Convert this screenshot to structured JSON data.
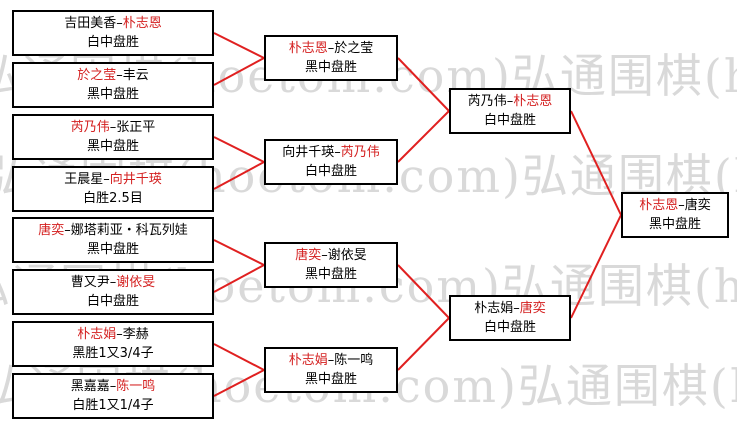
{
  "watermark": "弘通围棋(hoetom.com)弘通围棋(hoetom.com)",
  "colors": {
    "winner": "#d42020",
    "connector": "#e02020",
    "text": "#000000"
  },
  "round1": [
    {
      "p1": "吉田美香",
      "sep": "–",
      "p2": "朴志恩",
      "winner": "p2",
      "result": "白中盘胜"
    },
    {
      "p1": "於之莹",
      "sep": "–",
      "p2": "丰云",
      "winner": "p1",
      "result": "黑中盘胜"
    },
    {
      "p1": "芮乃伟",
      "sep": "–",
      "p2": "张正平",
      "winner": "p1",
      "result": "黑中盘胜"
    },
    {
      "p1": "王晨星",
      "sep": "–",
      "p2": "向井千瑛",
      "winner": "p2",
      "result": "白胜2.5目"
    },
    {
      "p1": "唐奕",
      "sep": "–",
      "p2": "娜塔莉亚・科瓦列娃",
      "winner": "p1",
      "result": "黑中盘胜"
    },
    {
      "p1": "曹又尹",
      "sep": "–",
      "p2": "谢依旻",
      "winner": "p2",
      "result": "白中盘胜"
    },
    {
      "p1": "朴志娟",
      "sep": "–",
      "p2": "李赫",
      "winner": "p1",
      "result": "黑胜1又3/4子"
    },
    {
      "p1": "黑嘉嘉",
      "sep": "–",
      "p2": "陈一鸣",
      "winner": "p2",
      "result": "白胜1又1/4子"
    }
  ],
  "round2": [
    {
      "p1": "朴志恩",
      "sep": "–",
      "p2": "於之莹",
      "winner": "p1",
      "result": "黑中盘胜"
    },
    {
      "p1": "向井千瑛",
      "sep": "–",
      "p2": "芮乃伟",
      "winner": "p2",
      "result": "白中盘胜"
    },
    {
      "p1": "唐奕",
      "sep": "–",
      "p2": "谢依旻",
      "winner": "p1",
      "result": "黑中盘胜"
    },
    {
      "p1": "朴志娟",
      "sep": "–",
      "p2": "陈一鸣",
      "winner": "p1",
      "result": "黑中盘胜"
    }
  ],
  "round3": [
    {
      "p1": "芮乃伟",
      "sep": "–",
      "p2": "朴志恩",
      "winner": "p2",
      "result": "白中盘胜"
    },
    {
      "p1": "朴志娟",
      "sep": "–",
      "p2": "唐奕",
      "winner": "p2",
      "result": "白中盘胜"
    }
  ],
  "final": [
    {
      "p1": "朴志恩",
      "sep": "–",
      "p2": "唐奕",
      "winner": "p1",
      "result": "黑中盘胜"
    }
  ]
}
